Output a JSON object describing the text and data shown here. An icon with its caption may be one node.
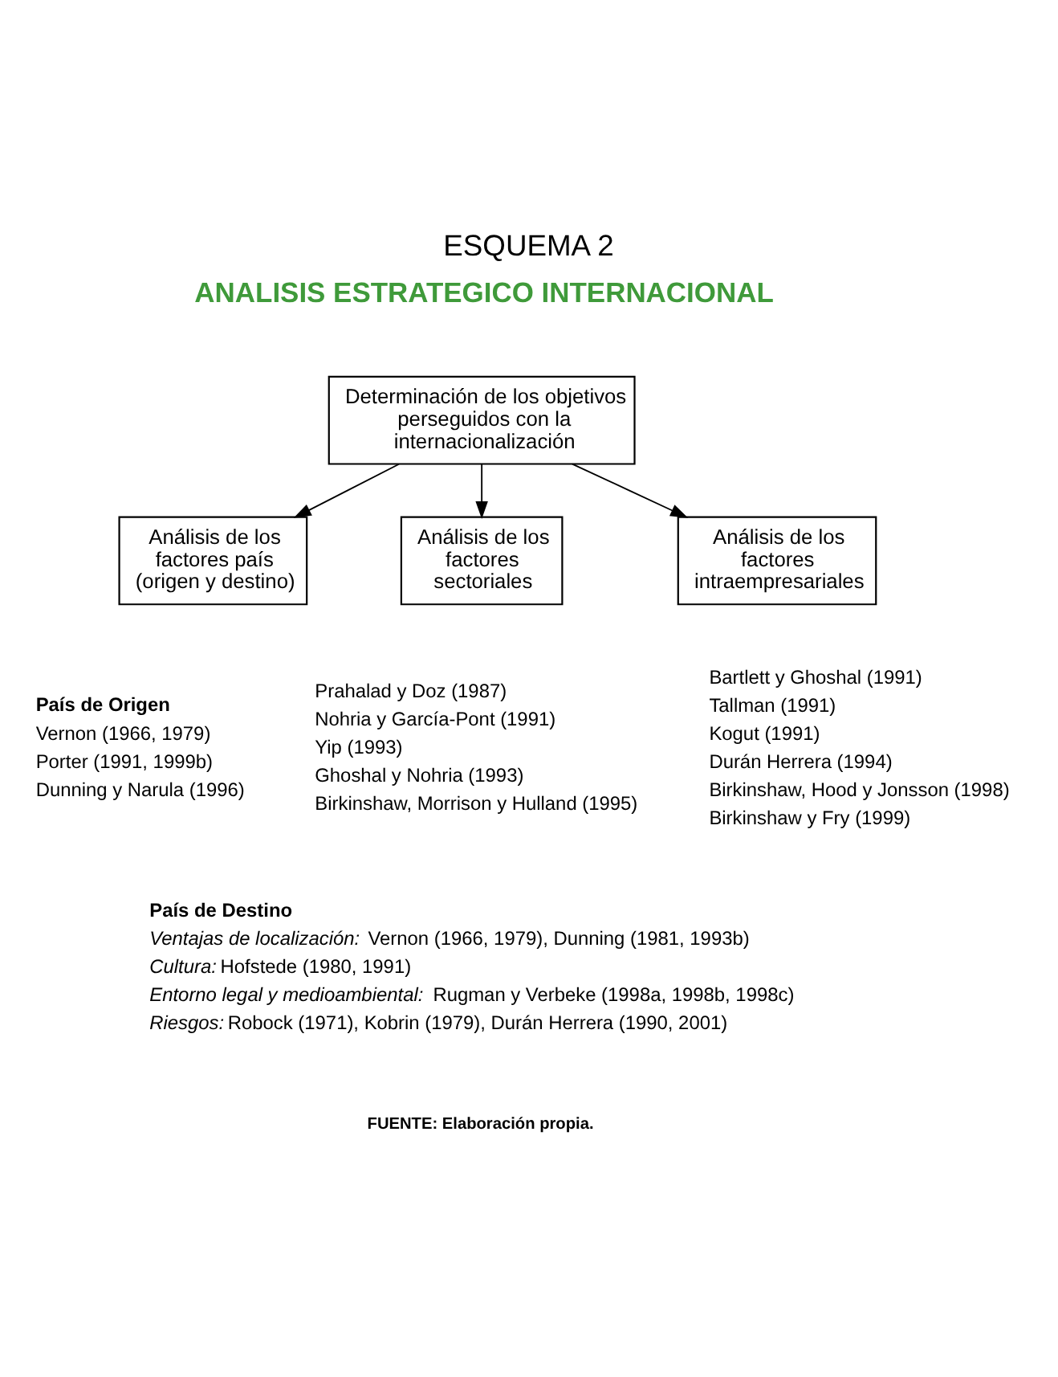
{
  "diagram": {
    "title": "ESQUEMA 2",
    "caption": "FUENTE: Elaboración propia.",
    "nodes": [
      {
        "text": [
          "Determinación de los objetivos perseguidos con la internacionalización"
        ]
      },
      {
        "text": [
          "Análisis de los factores país (origen y destino)"
        ],
        "beside": [
          "País de Origen",
          "Vernon (1966, 1979)",
          "Porter (1991, 1999b)",
          "Dunning y Narula (1996)"
        ]
      },
      {
        "text": [
          "Análisis de los factores sectoriales"
        ],
        "beside": [
          "Prahalad y Doz (1987)",
          "Nohria y García-Pont (1991)",
          "Yip (1993)",
          "Ghoshal y Nohria (1993)",
          "Birkinshaw, Morrison y Hulland (1995)"
        ]
      },
      {
        "text": [
          "Análisis de los factores intraempresariales"
        ],
        "beside": [
          "Bartlett y Ghoshal (1991)",
          "Tallman (1991)",
          "Kogut (1991)",
          "Durán Herrera (1994)",
          "Birkinshaw, Hood y Jonsson (1998)",
          "Birkinshaw y Fry (1999)"
        ]
      }
    ],
    "edges": [
      {
        "from": 0,
        "to": 1,
        "arrow": "to"
      },
      {
        "from": 0,
        "to": 2,
        "arrow": "to"
      },
      {
        "from": 0,
        "to": 3,
        "arrow": "to"
      }
    ],
    "labels": [
      "ANALISIS ESTRATEGICO INTERNACIONAL",
      "País de Destino",
      "*Ventajas de localización:* Vernon (1966, 1979), Dunning (1981, 1993b)",
      "*Cultura:* Hofstede (1980, 1991)",
      "*Entorno legal y medioambiental:* Rugman y Verbeke (1998a, 1998b, 1998c)",
      "*Riesgos:* Robock (1971), Kobrin (1979), Durán Herrera (1990, 2001)"
    ]
  }
}
